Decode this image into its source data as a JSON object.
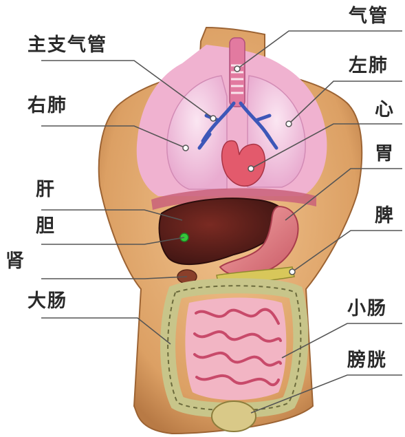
{
  "labels": {
    "trachea": "气管",
    "bronchi": "主支气管",
    "left_lung": "左肺",
    "right_lung": "右肺",
    "heart": "心",
    "stomach": "胃",
    "liver": "肝",
    "spleen": "脾",
    "gallbladder": "胆",
    "kidney": "肾",
    "large_intestine": "大肠",
    "small_intestine": "小肠",
    "bladder": "膀胱"
  },
  "colors": {
    "skin": "#e8b27a",
    "skin_shadow": "#c98a52",
    "chest_cavity": "#f2b6d3",
    "lung": "#f3d0e6",
    "liver": "#5a1e1e",
    "stomach": "#e6868a",
    "heart": "#e25a6a",
    "intestine_wall": "#c9c78e",
    "small_intestine": "#e07a90",
    "leader_line": "#555555"
  }
}
